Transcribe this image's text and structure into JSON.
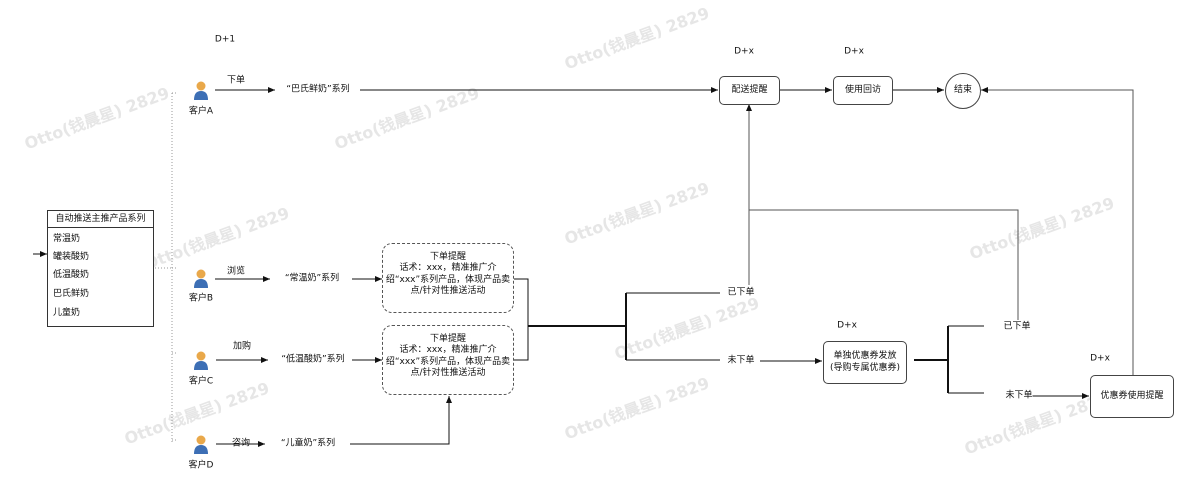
{
  "watermark": "Otto(钱晨星) 2829",
  "timing": {
    "d1": "D+1",
    "dx": "D+x"
  },
  "product_list": {
    "title": "自动推送主推产品系列",
    "items": [
      "常温奶",
      "罐装酸奶",
      "低温酸奶",
      "巴氏鲜奶",
      "儿童奶"
    ]
  },
  "customers": [
    {
      "name": "客户A",
      "action": "下单",
      "series": "“巴氏鲜奶”系列"
    },
    {
      "name": "客户B",
      "action": "浏览",
      "series": "“常温奶”系列"
    },
    {
      "name": "客户C",
      "action": "加购",
      "series": "“低温酸奶”系列"
    },
    {
      "name": "客户D",
      "action": "咨询",
      "series": "“儿童奶”系列"
    }
  ],
  "reminder": {
    "title": "下单提醒",
    "body": "话术：xxx，精准推广介绍“xxx”系列产品，体现产品卖点/针对性推送活动"
  },
  "nodes": {
    "delivery": "配送提醒",
    "revisit": "使用回访",
    "end": "结束",
    "coupon_issue_1": "单独优惠券发放",
    "coupon_issue_2": "(导购专属优惠券)",
    "coupon_remind": "优惠券使用提醒"
  },
  "branches": {
    "ordered": "已下单",
    "not_ordered": "未下单"
  }
}
